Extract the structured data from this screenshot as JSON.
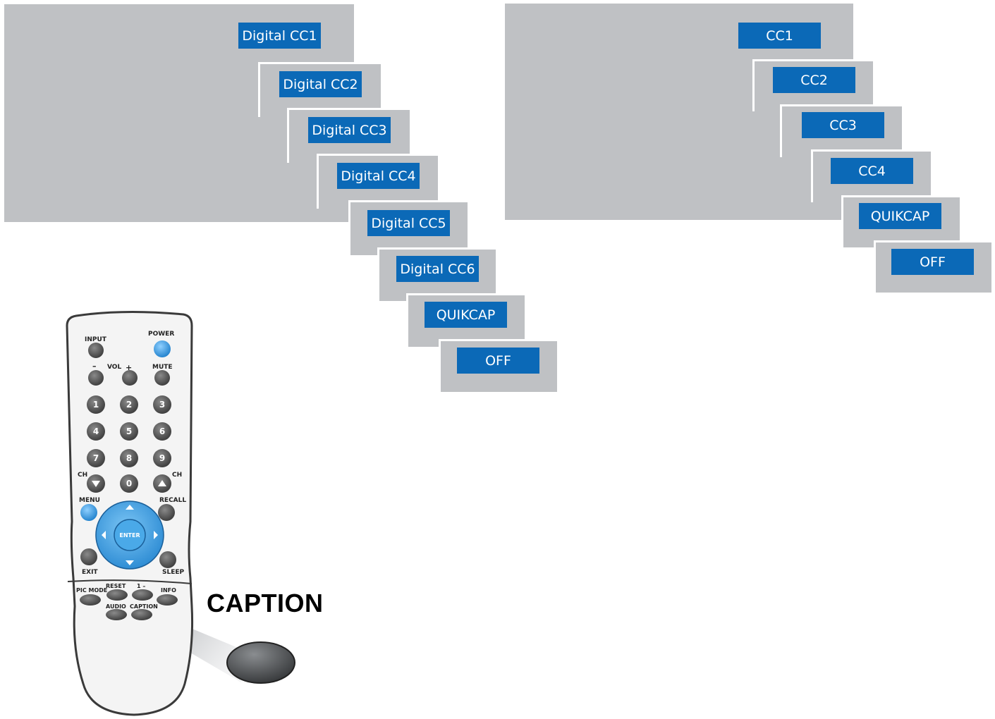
{
  "digital_menu": {
    "items": [
      {
        "label": "Digital CC1"
      },
      {
        "label": "Digital CC2"
      },
      {
        "label": "Digital CC3"
      },
      {
        "label": "Digital CC4"
      },
      {
        "label": "Digital CC5"
      },
      {
        "label": "Digital CC6"
      },
      {
        "label": "QUIKCAP"
      },
      {
        "label": "OFF"
      }
    ]
  },
  "analog_menu": {
    "items": [
      {
        "label": "CC1"
      },
      {
        "label": "CC2"
      },
      {
        "label": "CC3"
      },
      {
        "label": "CC4"
      },
      {
        "label": "QUIKCAP"
      },
      {
        "label": "OFF"
      }
    ]
  },
  "caption_label": "CAPTION",
  "remote": {
    "labels": {
      "input": "INPUT",
      "power": "POWER",
      "vol": "VOL",
      "minus": "–",
      "plus": "+",
      "mute": "MUTE",
      "ch_left": "CH",
      "ch_right": "CH",
      "menu": "MENU",
      "recall": "RECALL",
      "enter": "ENTER",
      "exit": "EXIT",
      "sleep": "SLEEP",
      "pic_mode": "PIC MODE",
      "reset": "RESET",
      "one_dash": "1 –",
      "info": "INFO",
      "audio": "AUDIO",
      "caption": "CAPTION"
    },
    "digits": [
      "1",
      "2",
      "3",
      "4",
      "5",
      "6",
      "7",
      "8",
      "9",
      "0"
    ],
    "colors": {
      "accent_blue": "#0b69b7",
      "dpad_blue": "#3b9fe0",
      "button_gray": "#555555",
      "power_blue": "#3aa3e6"
    }
  }
}
